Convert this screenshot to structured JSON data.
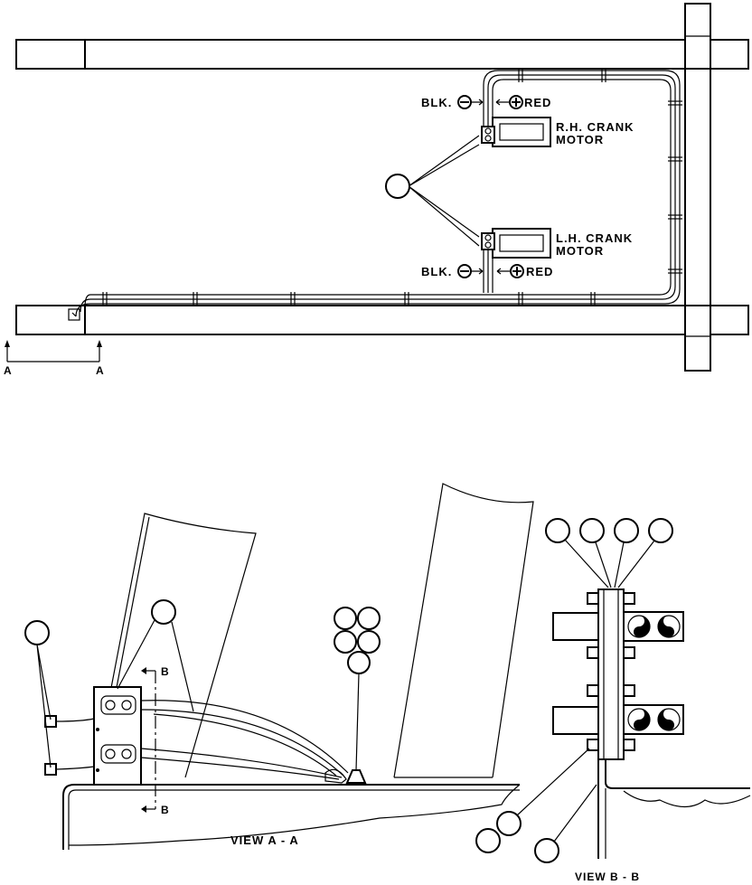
{
  "plan_view": {
    "rh_motor_label_line1": "R.H. CRANK",
    "rh_motor_label_line2": "MOTOR",
    "lh_motor_label_line1": "L.H. CRANK",
    "lh_motor_label_line2": "MOTOR",
    "neg_wire_top": "BLK.",
    "pos_wire_top": "RED",
    "neg_wire_bottom": "BLK.",
    "pos_wire_bottom": "RED",
    "section_left": "A",
    "section_right": "A"
  },
  "view_aa": {
    "caption": "VIEW  A  -  A",
    "section_top": "B",
    "section_bottom": "B"
  },
  "view_bb": {
    "caption": "VIEW  B  -  B"
  },
  "icons": {
    "callout": "callout-circle-icon",
    "terminal": "terminal-block-icon"
  }
}
